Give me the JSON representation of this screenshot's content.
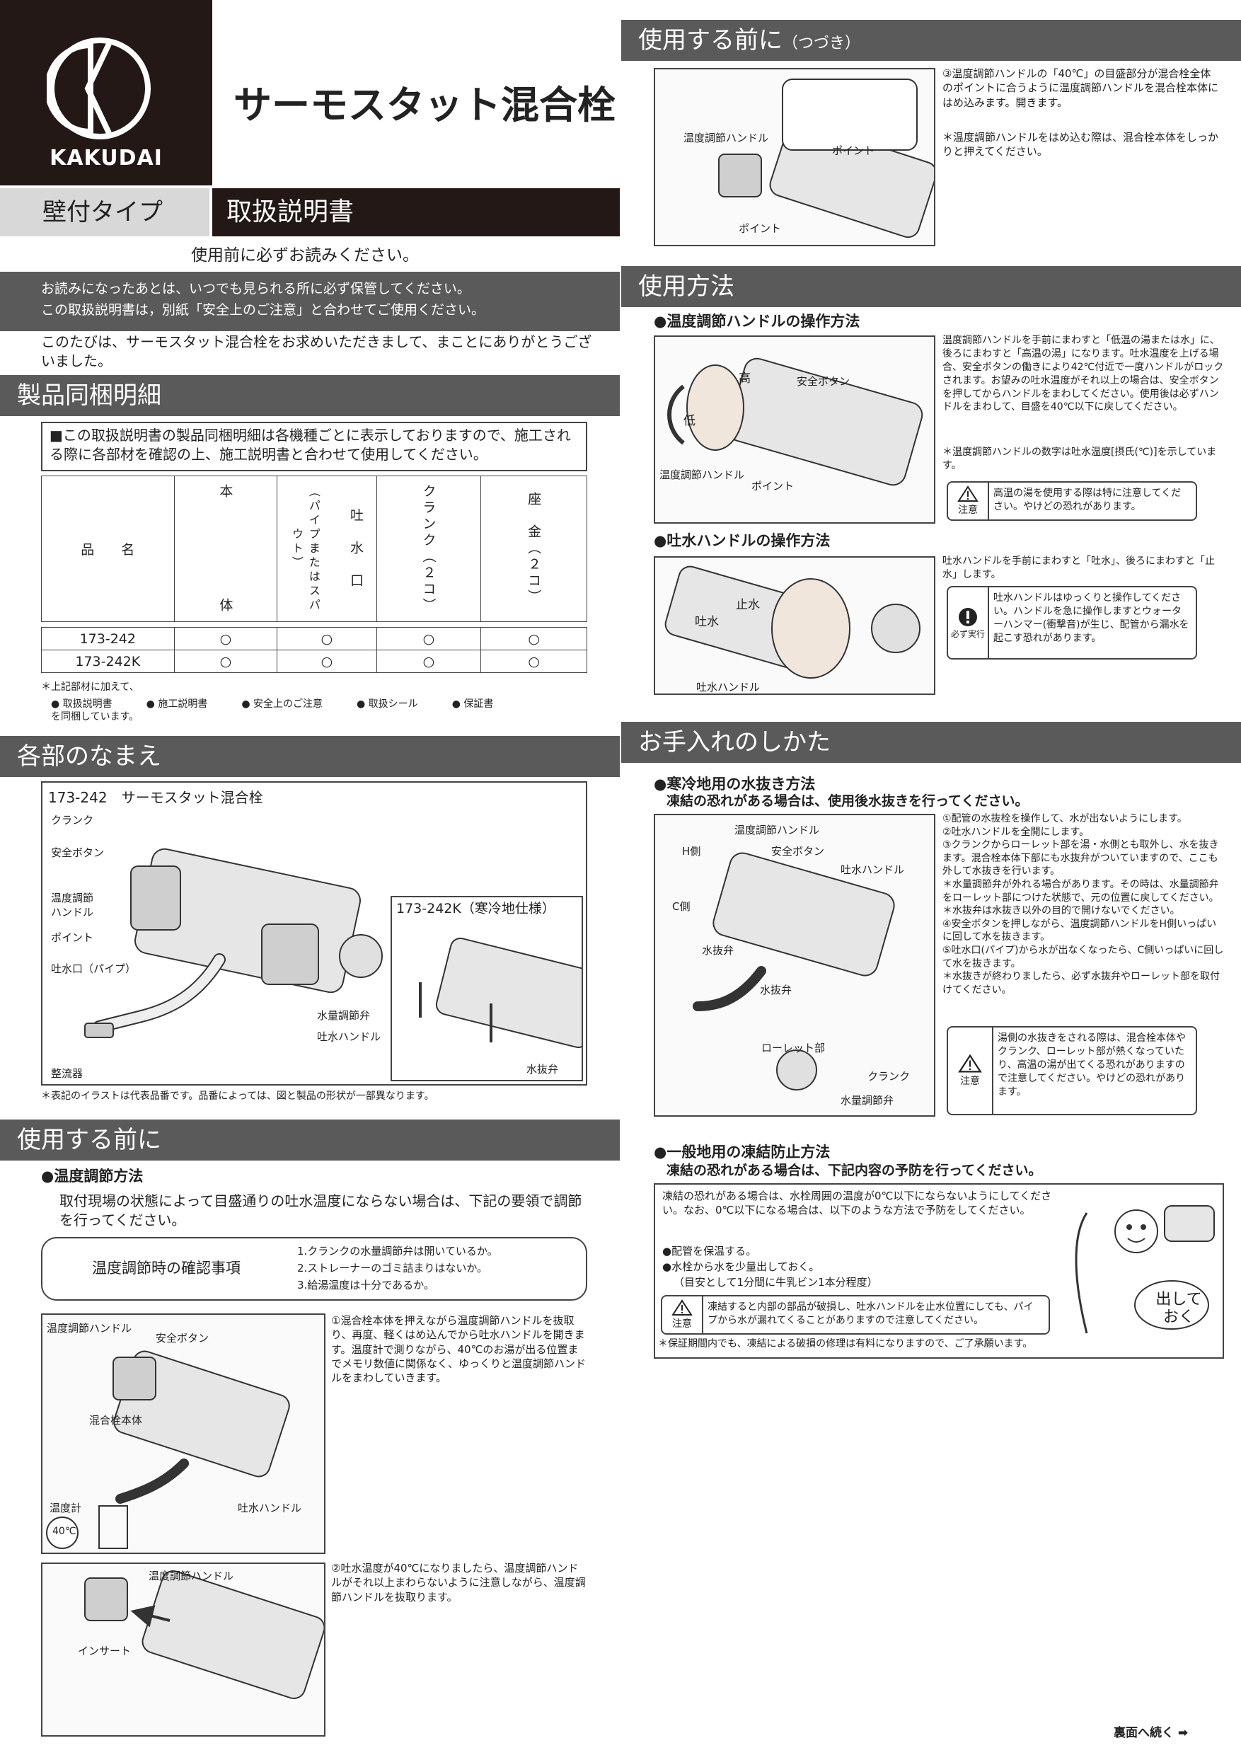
{
  "header": {
    "brand": "KAKUDAI",
    "title": "サーモスタット混合栓",
    "type_label": "壁付タイプ",
    "manual_label": "取扱説明書",
    "read_notice": "使用前に必ずお読みください。",
    "keep_notice_1": "お読みになったあとは、いつでも見られる所に必ず保管してください。",
    "keep_notice_2": "この取扱説明書は，別紙「安全上のご注意」と合わせてご使用ください。",
    "thanks": "このたびは、サーモスタット混合栓をお求めいただきまして、まことにありがとうございました。"
  },
  "contents": {
    "heading": "製品同梱明細",
    "notice": "■この取扱説明書の製品同梱明細は各機種ごとに表示しておりますので、施工される際に各部材を確認の上、施工説明書と合わせて使用してください。",
    "col_name": "品　　名",
    "col_body": "本　　　　　　体",
    "col_spout": "吐　水　口",
    "col_spout_note": "（パイプまたはスパウト）",
    "col_crank": "クランク（２コ）",
    "col_seat": "座　金（２コ）",
    "rows": [
      {
        "model": "173-242",
        "body": "○",
        "spout": "○",
        "crank": "○",
        "seat": "○"
      },
      {
        "model": "173-242K",
        "body": "○",
        "spout": "○",
        "crank": "○",
        "seat": "○"
      }
    ],
    "extras_lead": "＊上記部材に加えて、",
    "extras": [
      "● 取扱説明書",
      "● 施工説明書",
      "● 安全上のご注意",
      "● 取扱シール",
      "● 保証書"
    ],
    "extras_tail": "を同梱しています。"
  },
  "parts": {
    "heading": "各部のなまえ",
    "model_title": "173-242　サーモスタット混合栓",
    "labels": [
      "クランク",
      "安全ボタン",
      "温度調節",
      "ハンドル",
      "ポイント",
      "吐水口（パイプ）",
      "整流器",
      "水量調節弁",
      "吐水ハンドル"
    ],
    "cold_title": "173-242K（寒冷地仕様）",
    "cold_label": "水抜弁",
    "footnote": "＊表記のイラストは代表品番です。品番によっては、図と製品の形状が一部異なります。"
  },
  "before": {
    "heading": "使用する前に",
    "sub": "●温度調節方法",
    "intro": "取付現場の状態によって目盛通りの吐水温度にならない場合は、下記の要領で調節を行ってください。",
    "check_title": "温度調節時の確認事項",
    "checks": [
      "1.クランクの水量調節弁は開いているか。",
      "2.ストレーナーのゴミ詰まりはないか。",
      "3.給湯温度は十分であるか。"
    ],
    "fig1_labels": [
      "温度調節ハンドル",
      "安全ボタン",
      "混合栓本体",
      "温度計",
      "40℃",
      "吐水ハンドル"
    ],
    "step1": "①混合栓本体を押えながら温度調節ハンドルを抜取り、再度、軽くはめ込んでから吐水ハンドルを開きます。温度計で測りながら、40℃のお湯が出る位置までメモリ数値に関係なく、ゆっくりと温度調節ハンドルをまわしていきます。",
    "fig2_labels": [
      "温度調節ハンドル",
      "インサート"
    ],
    "step2": "②吐水温度が40℃になりましたら、温度調節ハンドルがそれ以上まわらないように注意しながら、温度調節ハンドルを抜取ります。"
  },
  "before_cont": {
    "heading": "使用する前に",
    "heading_sub": "（つづき）",
    "fig_labels": [
      "温度調節ハンドル",
      "ポイント",
      "ポイント"
    ],
    "step3": "③温度調節ハンドルの「40℃」の目盛部分が混合栓全体のポイントに合うように温度調節ハンドルを混合栓本体にはめ込みます。開きます。",
    "step3_note": "＊温度調節ハンドルをはめ込む際は、混合栓本体をしっかりと押えてください。"
  },
  "usage": {
    "heading": "使用方法",
    "sub1": "●温度調節ハンドルの操作方法",
    "fig1_labels": [
      "高",
      "低",
      "安全ボタン",
      "温度調節ハンドル",
      "ポイント"
    ],
    "text1": "温度調節ハンドルを手前にまわすと「低温の湯または水」に、後ろにまわすと「高温の湯」になります。吐水温度を上げる場合、安全ボタンの働きにより42℃付近で一度ハンドルがロックされます。お望みの吐水温度がそれ以上の場合は、安全ボタンを押してからハンドルをまわしてください。使用後は必ずハンドルをまわして、目盛を40℃以下に戻してください。",
    "text1_note": "＊温度調節ハンドルの数字は吐水温度[摂氏(℃)]を示しています。",
    "warn1_icon": "注意",
    "warn1": "高温の湯を使用する際は特に注意してください。やけどの恐れがあります。",
    "sub2": "●吐水ハンドルの操作方法",
    "fig2_labels": [
      "止水",
      "吐水",
      "吐水ハンドル"
    ],
    "text2": "吐水ハンドルを手前にまわすと「吐水」、後ろにまわすと「止水」します。",
    "warn2_icon": "必ず実行",
    "warn2": "吐水ハンドルはゆっくりと操作してください。ハンドルを急に操作しますとウォーターハンマー(衝撃音)が生じ、配管から漏水を起こす恐れがあります。"
  },
  "care": {
    "heading": "お手入れのしかた",
    "sub1": "●寒冷地用の水抜き方法",
    "sub1_note": "凍結の恐れがある場合は、使用後水抜きを行ってください。",
    "fig_labels": [
      "温度調節ハンドル",
      "H側",
      "安全ボタン",
      "C側",
      "吐水ハンドル",
      "水抜弁",
      "水抜弁",
      "ローレット部",
      "クランク",
      "水量調節弁"
    ],
    "steps": [
      "①配管の水抜栓を操作して、水が出ないようにします。",
      "②吐水ハンドルを全開にします。",
      "③クランクからローレット部を湯・水側とも取外し、水を抜きます。混合栓本体下部にも水抜弁がついていますので、ここも外して水抜きを行います。",
      "＊水量調節弁が外れる場合があります。その時は、水量調節弁をローレット部につけた状態で、元の位置に戻してください。",
      "＊水抜弁は水抜き以外の目的で開けないでください。",
      "④安全ボタンを押しながら、温度調節ハンドルをH側いっぱいに回して水を抜きます。",
      "⑤吐水口(パイプ)から水が出なくなったら、C側いっぱいに回して水を抜きます。",
      "＊水抜きが終わりましたら、必ず水抜弁やローレット部を取付けてください。"
    ],
    "warn_icon": "注意",
    "warn": "湯側の水抜きをされる際は、混合栓本体やクランク、ローレット部が熱くなっていたり、高温の湯が出てくる恐れがありますので注意してください。やけどの恐れがあります。",
    "sub2": "●一般地用の凍結防止方法",
    "sub2_note": "凍結の恐れがある場合は、下記内容の予防を行ってください。",
    "freeze_text": "凍結の恐れがある場合は、水栓周囲の温度が0℃以下にならないようにしてください。なお、0℃以下になる場合は、以下のような方法で予防をしてください。",
    "freeze_items": [
      "●配管を保温する。",
      "●水栓から水を少量出しておく。",
      "（目安として1分間に牛乳ビン1本分程度）"
    ],
    "bubble": "出して\nおく",
    "warn2_icon": "注意",
    "warn2": "凍結すると内部の部品が破損し、吐水ハンドルを止水位置にしても、パイプから水が漏れてくることがありますので注意してください。",
    "warranty": "＊保証期間内でも、凍結による破損の修理は有料になりますので、ご了承願います。"
  },
  "footer": {
    "next": "裏面へ続く"
  }
}
